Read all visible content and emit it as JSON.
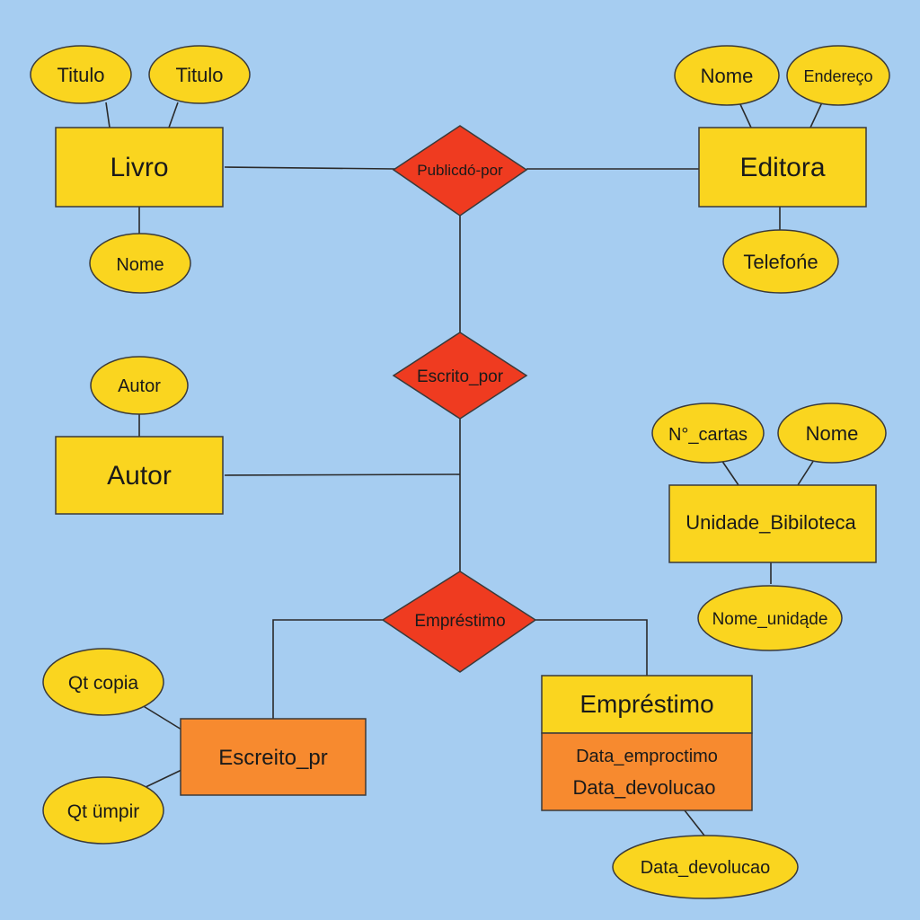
{
  "entities": {
    "livro": "Livro",
    "editora": "Editora",
    "autor": "Autor",
    "unidade_biblioteca": "Unidade_Bibiloteca",
    "escreito_pr": "Escreito_pr",
    "emprestimo": {
      "title": "Empréstimo",
      "fields": [
        "Data_emproctimo",
        "Data_devolucao"
      ]
    }
  },
  "relationships": {
    "publicado_por": "Publicdó-por",
    "escrito_por": "Escrito_por",
    "emprestimo": "Empréstimo"
  },
  "attributes": {
    "livro_titulo_1": "Titulo",
    "livro_titulo_2": "Titulo",
    "livro_nome": "Nome",
    "editora_nome": "Nome",
    "editora_endereco": "Endereço",
    "editora_telefone": "Telefońe",
    "autor_autor": "Autor",
    "unidade_n_cartas": "N°_cartas",
    "unidade_nome": "Nome",
    "unidade_nome_unidade": "Nome_unidąde",
    "escreito_qt_copia": "Qt copia",
    "escreito_qt_umpir": "Qt ümpir",
    "emprestimo_data_devolucao": "Data_devolucao"
  },
  "colors": {
    "background": "#a6cdf1",
    "entity": "#fad51f",
    "entity_orange": "#f78a2f",
    "attribute": "#fad51f",
    "relationship": "#ef3b20"
  }
}
